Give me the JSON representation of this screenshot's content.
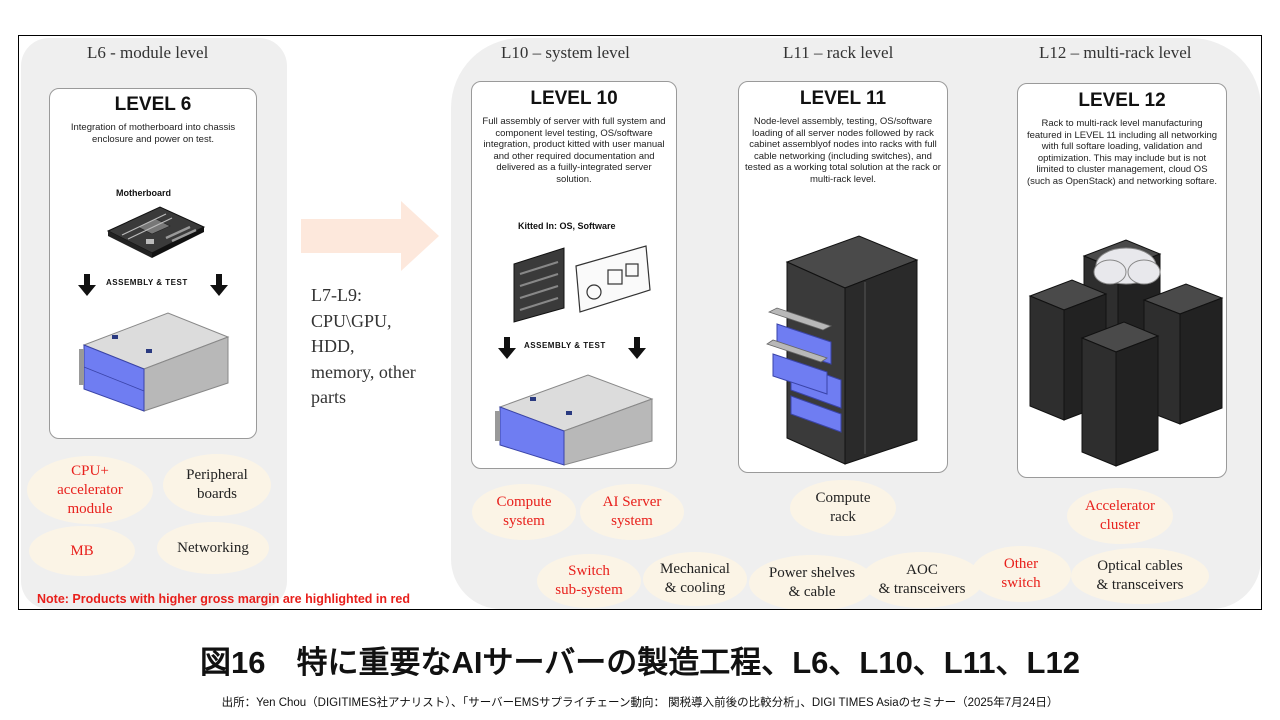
{
  "sections": {
    "l6": "L6 - module level",
    "l10": "L10 – system level",
    "l11": "L11 – rack level",
    "l12": "L12 – multi-rack level"
  },
  "cards": {
    "level6": {
      "title": "LEVEL 6",
      "desc": "Integration of motherboard into chassis enclosure and power on test.",
      "motherboard_label": "Motherboard",
      "assembly_label": "ASSEMBLY & TEST"
    },
    "level10": {
      "title": "LEVEL 10",
      "desc": "Full assembly of server with full system and component level testing, OS/software integration, product kitted with user manual and other required documentation and delivered as a fuilly-integrated server solution.",
      "kitted_label": "Kitted In: OS, Software",
      "assembly_label": "ASSEMBLY & TEST"
    },
    "level11": {
      "title": "LEVEL 11",
      "desc": "Node-level assembly, testing, OS/software loading of all server nodes followed by rack cabinet assemblyof nodes into racks with full cable networking (including switches), and tested as a working total solution at the rack or multi-rack level."
    },
    "level12": {
      "title": "LEVEL 12",
      "desc": "Rack to multi-rack level manufacturing featured in LEVEL 11 including all networking with full softare loading, validation and optimization. This may include but is not limited to cluster management, cloud OS (such as OpenStack) and networking softare."
    }
  },
  "l7_l9_text": "L7-L9:\nCPU\\GPU,\nHDD,\nmemory, other\nparts",
  "ovals": {
    "cpu": "CPU+\naccelerator\nmodule",
    "peripheral": "Peripheral\nboards",
    "mb": "MB",
    "networking": "Networking",
    "compute_system": "Compute\nsystem",
    "ai_server": "AI Server\nsystem",
    "switch_sub": "Switch\nsub-system",
    "mechanical": "Mechanical\n& cooling",
    "compute_rack": "Compute\nrack",
    "power": "Power shelves\n& cable",
    "aoc": "AOC\n& transceivers",
    "other_switch": "Other\nswitch",
    "accelerator": "Accelerator\ncluster",
    "optical": "Optical cables\n& transceivers"
  },
  "note": "Note: Products with higher gross margin are highlighted in red",
  "caption": "図16　特に重要なAIサーバーの製造工程、L6、L10、L11、L12",
  "source": "出所：Yen Chou（DIGITIMES社アナリスト）、「サーバーEMSサプライチェーン動向： 関税導入前後の比較分析」、DIGI TIMES Asiaのセミナー（2025年7月24日）",
  "colors": {
    "highlight_red": "#e8201c",
    "oval_fill": "#fbf4e6",
    "panel_gray": "#efefef",
    "arrow_peach": "#fde8dc",
    "server_blue": "#6f7df2"
  }
}
